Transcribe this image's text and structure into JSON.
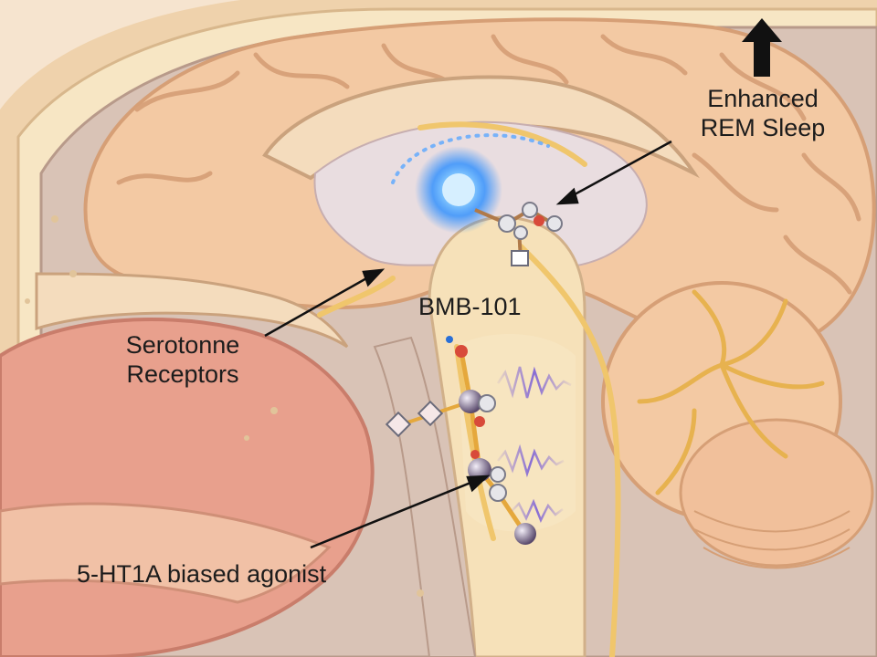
{
  "labels": {
    "enhanced_rem_line1": "Enhanced",
    "enhanced_rem_line2": "REM Sleep",
    "drug_name": "BMB-101",
    "serotonin_line1": "Serotonne",
    "serotonin_line2": "Receptors",
    "agonist": "5-HT1A biased agonist"
  },
  "icons": {
    "increase_arrow": "up-arrow-icon",
    "glow": "glowing-receptor-icon",
    "molecule": "molecule-icon",
    "wave": "signal-wave-icon"
  },
  "colors": {
    "skin": "#f6e4cf",
    "brain": "#f3c9a3",
    "brain_dark": "#e2a57b",
    "nerve": "#f0c66c",
    "glow": "#2a8dff",
    "wave": "#7b5fd6",
    "tissue": "#e8a08d"
  }
}
